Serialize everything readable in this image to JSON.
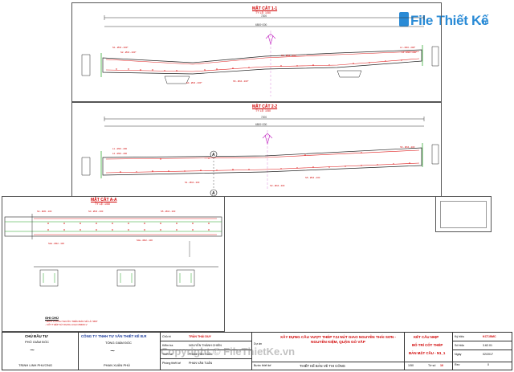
{
  "logo": {
    "text": "File Thiết Kế",
    "domain": ".vn"
  },
  "section_1": {
    "title": "MẶT CẮT 1-1",
    "scale": "TỶ LỆ: 1/50",
    "dim_total": "7200",
    "dim_mid": "6800+200",
    "labels": [
      "S1 - Ø16 - 200*",
      "S2 - Ø16 - 200*",
      "S4 - Ø16 - 200*",
      "S5 - Ø16 - 200*",
      "S6 - Ø16 - 200*",
      "L1 - Ø16 - 200*",
      "L4 - Ø16 - 200*"
    ]
  },
  "section_2": {
    "title": "MẶT CẮT 2-2",
    "scale": "TỶ LỆ: 1/50",
    "dim_total": "7200",
    "dim_mid": "6800+200",
    "labels": [
      "L1 - Ø16 - 200",
      "L4 - Ø16 - 200",
      "S1 - Ø16 - 200",
      "S3 - Ø16 - 200",
      "S5 - Ø16 - 200",
      "S6 - Ø16 - 200"
    ]
  },
  "section_a": {
    "title": "MẶT CẮT A-A",
    "scale": "TỶ LỆ: 1/50",
    "marker": "A",
    "labels": [
      "S4 - Ø20 - 100",
      "S3 - Ø16 - 200",
      "S5 - Ø16 - 200",
      "S2a - Ø22 - 100",
      "S3a - Ø22 - 100"
    ]
  },
  "notes": {
    "title": "GHI CHÚ",
    "lines": [
      "- ĐƠN VỊ KÍCH THƯỚC TRÊN BẢN VẼ LÀ \"MM\"",
      "- CỐT THÉP SỬ DỤNG LOẠI CB400-V"
    ]
  },
  "title_block": {
    "investor_label": "CHỦ ĐẦU TƯ",
    "deputy_director": "PHÓ GIÁM ĐỐC",
    "investor_name": "TRỊNH LINH PHƯƠNG",
    "company": "CÔNG TY TNHH TƯ VẤN THIẾT KẾ B.R",
    "director_label": "TỔNG GIÁM ĐỐC",
    "director_name": "PHAN XUÂN PHÚ",
    "roles": [
      "Chủ trì",
      "Kiểm tra",
      "Thiết kế",
      "Phòng thiết kế"
    ],
    "role_names": [
      "TRẦN THÁI DUY",
      "NGUYỄN THÀNH CHIẾN",
      "PHẠM VĂN TUẤN",
      "PHAN VĂN TUẤN"
    ],
    "project_label": "Dự án",
    "project": "XÂY DỰNG CẦU VƯỢT THÉP TẠI NÚT GIAO NGUYỄN THÁI SƠN - NGUYỄN KIỆM, QUẬN GÒ VẤP",
    "stage_label": "Bước thiết kế",
    "stage": "THIẾT KẾ BẢN VẼ THI CÔNG",
    "category": "KẾT CẤU NHỊP",
    "drawing_title": "BỐ TRÍ CỐT THÉP",
    "drawing_sub": "BẢN MẶT CẦU - N1_1",
    "scale": "1/50",
    "sheet_label": "Tờ số",
    "sheet": "10",
    "code_label": "Ký hiệu",
    "code": "KCT-BMC",
    "number_label": "Số hiệu",
    "number": "3.62.01",
    "date_label": "Ngày",
    "date": "02/2017",
    "rev_label": "Rev",
    "rev": "0"
  },
  "watermark": "Copyright © FileThietKe.vn"
}
